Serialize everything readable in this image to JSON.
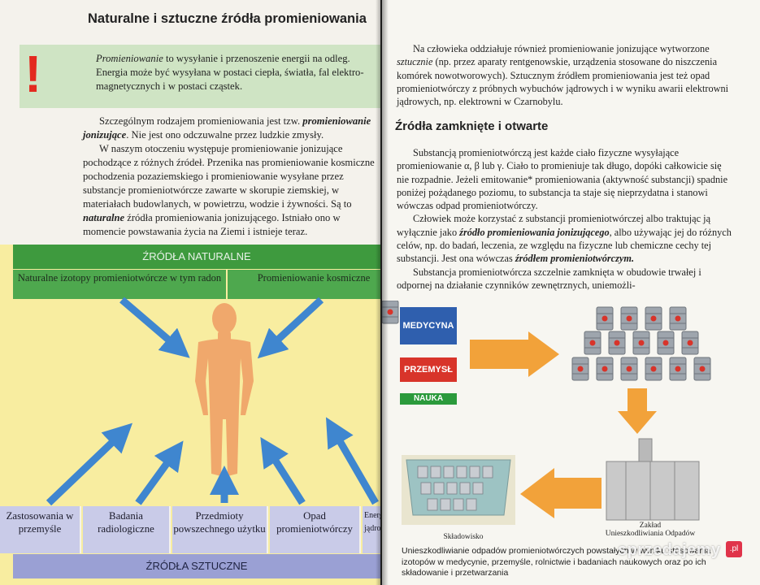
{
  "left_page": {
    "title": "Naturalne i sztuczne źródła promieniowania",
    "callout": {
      "term": "Promieniowanie",
      "rest": " to wysyłanie i przenoszenie energii na odleg. Energia może być wysyłana w postaci ciepła, światła, fal elektro- magnetycznych i w postaci cząstek."
    },
    "para1": {
      "a": "Szczególnym rodzajem promieniowania jest tzw. ",
      "term": "promieniowanie jonizujące",
      "b": ". Nie jest ono odczuwalne przez ludzkie zmysły."
    },
    "para2": {
      "a": "W naszym otoczeniu występuje promieniowanie jonizujące pochodzące z różnych źródeł. Przenika nas promieniowanie kosmiczne pochodzenia pozaziemskiego i promieniowanie wysyłane przez substancje promieniotwórcze zawarte w skorupie ziemskiej, w materiałach budowlanych, w powietrzu, wodzie i żywności. Są to ",
      "term": "naturalne",
      "b": " źródła promieniowania jonizującego. Istniało ono w momencie powstawania życia na Ziemi i  istnieje teraz."
    },
    "diagram": {
      "natural_header": "ŹRÓDŁA NATURALNE",
      "natural_sources": [
        "Naturalne izotopy promieniotwórcze w tym radon",
        "Promieniowanie kosmiczne"
      ],
      "artificial_sources": [
        "Zastosowania w przemyśle",
        "Badania radiologiczne",
        "Przedmioty powszechnego użytku",
        "Opad promieniotwórczy",
        "Energetyka jądrowa"
      ],
      "artificial_header": "ŹRÓDŁA SZTUCZNE",
      "colors": {
        "green_dark": "#3e9a3e",
        "green": "#4ea84e",
        "yellow": "#f8eda0",
        "arrow": "#3f86cf",
        "figure": "#f0a86c",
        "lavender": "#c9cbe8"
      }
    }
  },
  "right_page": {
    "para_top": {
      "a": "Na człowieka oddziałuje również promieniowanie jonizujące wytworzone ",
      "term": "sztucznie",
      "b": " (np. przez aparaty rentgenowskie, urządzenia stosowane do niszczenia komórek nowotworowych). Sztucznym źródłem promieniowania jest też opad promieniotwórczy z próbnych wybuchów jądrowych i w wyniku awarii elektrowni jądrowych, np. elektrowni w Czarnobylu."
    },
    "subheading": "Źródła zamknięte i otwarte",
    "para_a": "Substancją promieniotwórczą jest każde ciało fizyczne wysyłające promieniowanie α, β lub γ. Ciało to promieniuje tak długo, dopóki całkowicie się nie rozpadnie. Jeżeli emitowanie* promieniowania (aktywność substancji) spadnie poniżej pożądanego poziomu, to substancja ta staje się nieprzydatna i stanowi wówczas odpad promieniotwórczy.",
    "para_b": {
      "a": "Człowiek może korzystać z substancji promieniotwórczej albo traktując ją wyłącznie jako ",
      "term1": "źródło promieniowania jonizującego",
      "b": ", albo używając jej do różnych celów, np. do badań, leczenia, ze względu na fizyczne lub chemiczne cechy tej substancji. Jest ona wówczas ",
      "term2": "źródłem promieniotwórczym.",
      "c": ""
    },
    "para_c": "Substancja promieniotwórcza szczelnie zamknięta w obudowie trwałej i odpornej na działanie czynników zewnętrznych, uniemożli-",
    "figure": {
      "labels": [
        "MEDYCYNA",
        "PRZEMYSŁ",
        "NAUKA"
      ],
      "storage_label": "Składowisko",
      "plant_label_1": "Zakład",
      "plant_label_2": "Unieszkodliwiania Odpadów",
      "caption": "Unieszkodliwianie odpadów promieniotwórczych powstałych w wyniku stosowania izotopów w medycynie, przemyśle, rolnictwie i badaniach naukowych oraz po ich składowanie i przetwarzania",
      "colors": {
        "medycyna": "#2f5fae",
        "przemysl": "#d8342a",
        "nauka": "#2b9a3c",
        "arrow": "#f2a23a"
      }
    }
  },
  "watermark": {
    "text": "sprzedajemy",
    "badge": ".pl"
  }
}
